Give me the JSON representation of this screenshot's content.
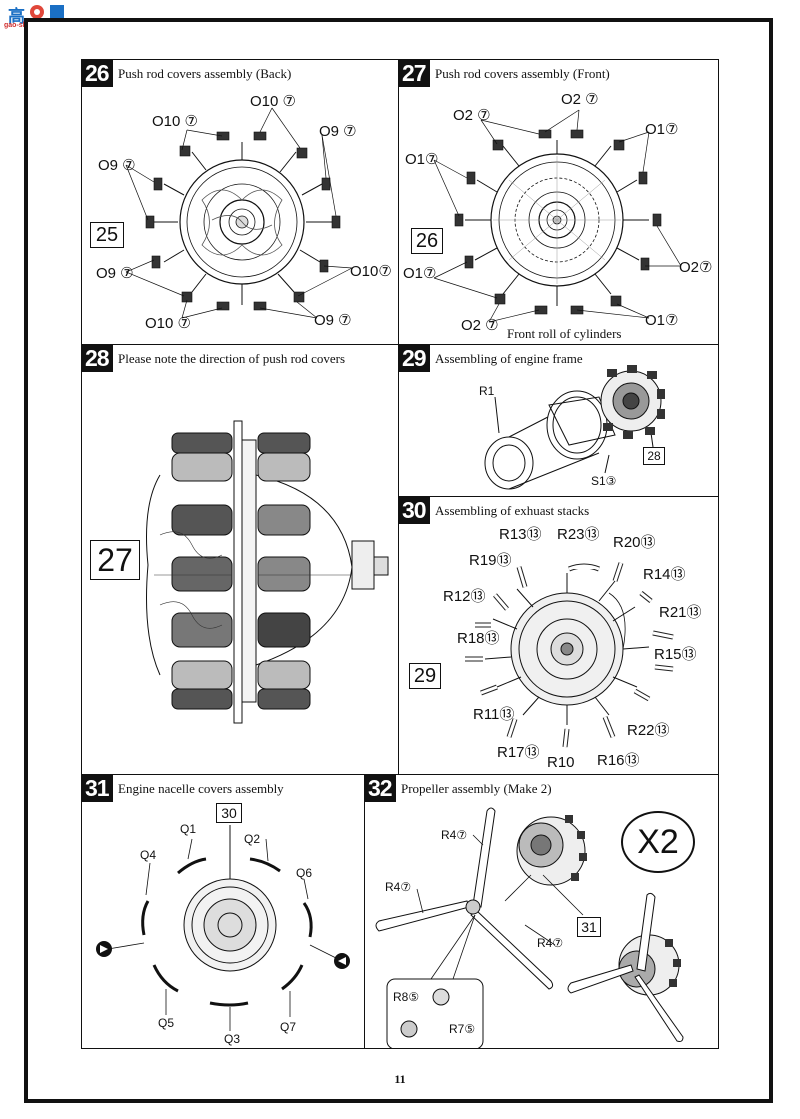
{
  "logo": {
    "glyph": "高",
    "site": "gao-shou.com"
  },
  "page_number": "11",
  "steps": {
    "s26": {
      "number": "26",
      "title": "Push rod covers assembly (Back)",
      "ref": "25",
      "labels": [
        "O10 ⑦",
        "O10 ⑦",
        "O9 ⑦",
        "O9 ⑦",
        "O9 ⑦",
        "O10⑦",
        "O10 ⑦",
        "O9 ⑦"
      ]
    },
    "s27": {
      "number": "27",
      "title": "Push rod covers assembly (Front)",
      "ref": "26",
      "labels": [
        "O2 ⑦",
        "O2 ⑦",
        "O1⑦",
        "O1⑦",
        "O1⑦",
        "O2⑦",
        "O2 ⑦",
        "O1⑦"
      ],
      "note": "Front roll of cylinders"
    },
    "s28": {
      "number": "28",
      "title": "Please note the direction of push rod covers",
      "ref": "27"
    },
    "s29": {
      "number": "29",
      "title": "Assembling of engine frame",
      "ref": "28",
      "labels": [
        "R1",
        "S1③"
      ]
    },
    "s30": {
      "number": "30",
      "title": "Assembling of exhuast stacks",
      "ref": "29",
      "labels": [
        "R13⑬",
        "R23⑬",
        "R20⑬",
        "R19⑬",
        "R14⑬",
        "R12⑬",
        "R21⑬",
        "R18⑬",
        "R15⑬",
        "R11⑬",
        "R22⑬",
        "R17⑬",
        "R10",
        "R16⑬"
      ]
    },
    "s31": {
      "number": "31",
      "title": "Engine nacelle covers assembly",
      "ref": "30",
      "labels": [
        "Q1",
        "Q2",
        "Q4",
        "Q6",
        "Q5",
        "Q3",
        "Q7"
      ]
    },
    "s32": {
      "number": "32",
      "title": "Propeller assembly (Make 2)",
      "ref": "31",
      "labels": [
        "R4⑦",
        "R4⑦",
        "R4⑦",
        "R8⑤",
        "R7⑤"
      ],
      "badge": "X2"
    }
  }
}
